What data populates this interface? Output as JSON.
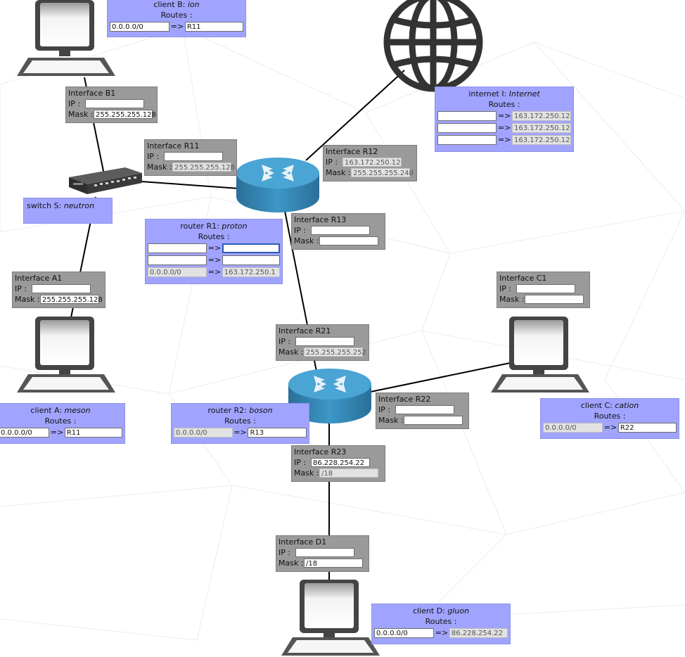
{
  "clients": {
    "B": {
      "title_prefix": "client B: ",
      "name": "ion",
      "routes_label": "Routes :",
      "routes": [
        {
          "dest": "0.0.0.0/0",
          "arrow": "=>",
          "gw": "R11"
        }
      ]
    },
    "A": {
      "title_prefix": "client A: ",
      "name": "meson",
      "routes_label": "Routes :",
      "routes": [
        {
          "dest": "0.0.0.0/0",
          "arrow": "=>",
          "gw": "R11"
        }
      ]
    },
    "C": {
      "title_prefix": "client C: ",
      "name": "cation",
      "routes_label": "Routes :",
      "routes": [
        {
          "dest": "0.0.0.0/0",
          "arrow": "=>",
          "gw": "R22"
        }
      ]
    },
    "D": {
      "title_prefix": "client D: ",
      "name": "gluon",
      "routes_label": "Routes :",
      "routes": [
        {
          "dest": "0.0.0.0/0",
          "arrow": "=>",
          "gw": "86.228.254.22"
        }
      ]
    }
  },
  "internet": {
    "title_prefix": "internet I: ",
    "name": "Internet",
    "routes_label": "Routes :",
    "routes": [
      {
        "dest": "",
        "arrow": "=>",
        "gw": "163.172.250.12"
      },
      {
        "dest": "",
        "arrow": "=>",
        "gw": "163.172.250.12"
      },
      {
        "dest": "",
        "arrow": "=>",
        "gw": "163.172.250.12"
      }
    ]
  },
  "router1": {
    "title_prefix": "router R1: ",
    "name": "proton",
    "routes_label": "Routes :",
    "routes": [
      {
        "dest": "",
        "arrow": "=>",
        "gw": ""
      },
      {
        "dest": "",
        "arrow": "=>",
        "gw": ""
      },
      {
        "dest": "0.0.0.0/0",
        "arrow": "=>",
        "gw": "163.172.250.1"
      }
    ]
  },
  "router2": {
    "title_prefix": "router R2: ",
    "name": "boson",
    "routes_label": "Routes :",
    "routes": [
      {
        "dest": "0.0.0.0/0",
        "arrow": "=>",
        "gw": "R13"
      }
    ]
  },
  "switch": {
    "title_prefix": "switch S: ",
    "name": "neutron"
  },
  "labels": {
    "ip": "IP :",
    "mask": "Mask :"
  },
  "interfaces": {
    "B1": {
      "title": "Interface B1",
      "ip": "",
      "mask": "255.255.255.128"
    },
    "R11": {
      "title": "Interface R11",
      "ip": "",
      "mask": "255.255.255.128"
    },
    "R12": {
      "title": "Interface R12",
      "ip": "163.172.250.12",
      "mask": "255.255.255.240"
    },
    "R13": {
      "title": "Interface R13",
      "ip": "",
      "mask": ""
    },
    "A1": {
      "title": "Interface A1",
      "ip": "",
      "mask": "255.255.255.128"
    },
    "C1": {
      "title": "Interface C1",
      "ip": "",
      "mask": ""
    },
    "R21": {
      "title": "Interface R21",
      "ip": "",
      "mask": "255.255.255.252"
    },
    "R22": {
      "title": "Interface R22",
      "ip": "",
      "mask": ""
    },
    "R23": {
      "title": "Interface R23",
      "ip": "86.228.254.22",
      "mask": "/18"
    },
    "D1": {
      "title": "Interface D1",
      "ip": "",
      "mask": "/18"
    }
  },
  "colors": {
    "panel": "#a0a4ff",
    "interface": "#9a9a9a",
    "router": "#2f86b6"
  }
}
